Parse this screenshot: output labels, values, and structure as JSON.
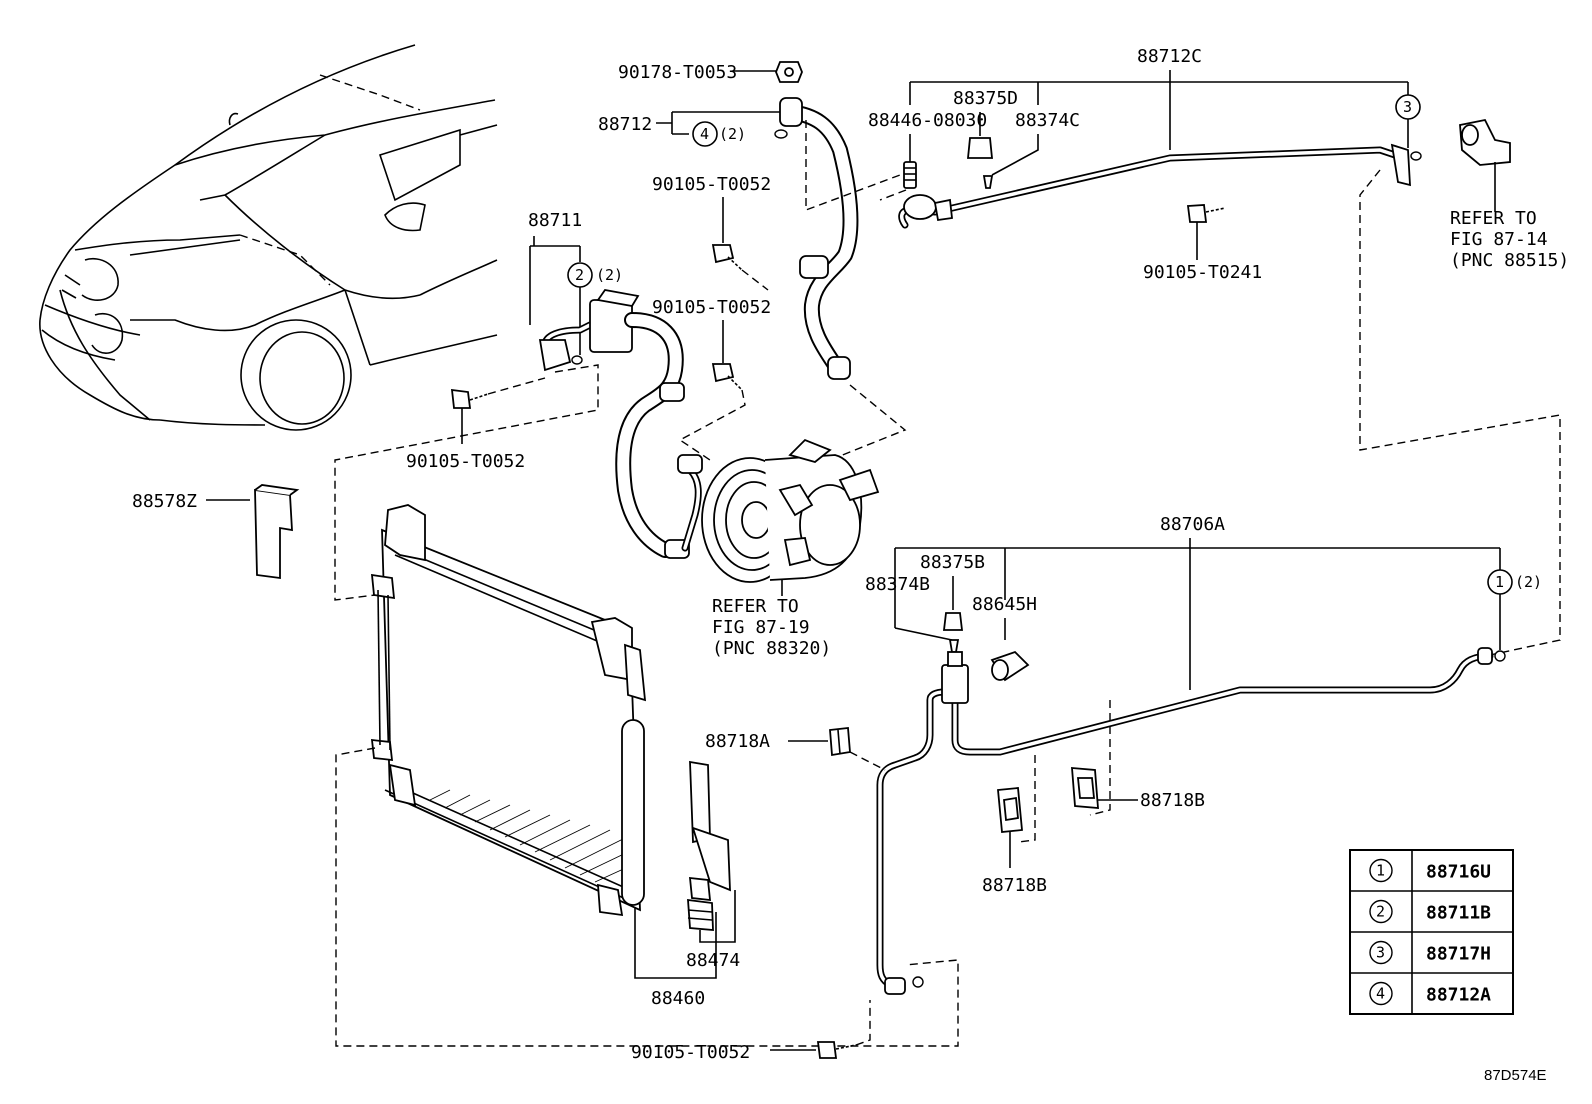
{
  "labels": {
    "p90178_T0053": "90178-T0053",
    "p88712": "88712",
    "p88712_qty": "(2)",
    "p90105_T0052_a": "90105-T0052",
    "p90105_T0052_b": "90105-T0052",
    "p90105_T0052_c": "90105-T0052",
    "p90105_T0052_d": "90105-T0052",
    "p88711": "88711",
    "p88711_qty": "(2)",
    "p88712C": "88712C",
    "p88446_08030": "88446-08030",
    "p88375D": "88375D",
    "p88374C": "88374C",
    "p90105_T0241": "90105-T0241",
    "p88578Z": "88578Z",
    "p88706A": "88706A",
    "p88375B": "88375B",
    "p88374B": "88374B",
    "p88645H": "88645H",
    "p88716_qty": "(2)",
    "p88718A": "88718A",
    "p88718B_a": "88718B",
    "p88718B_b": "88718B",
    "p88474": "88474",
    "p88460": "88460"
  },
  "refs": {
    "compressor": [
      "REFER TO",
      "FIG 87-19",
      "(PNC 88320)"
    ],
    "evaporator": [
      "REFER TO",
      "FIG 87-14",
      "(PNC 88515)"
    ]
  },
  "circled": {
    "c1": "1",
    "c2": "2",
    "c3": "3",
    "c4": "4"
  },
  "legend": [
    {
      "num": "1",
      "part": "88716U"
    },
    {
      "num": "2",
      "part": "88711B"
    },
    {
      "num": "3",
      "part": "88717H"
    },
    {
      "num": "4",
      "part": "88712A"
    }
  ],
  "diagram_code": "87D574E"
}
